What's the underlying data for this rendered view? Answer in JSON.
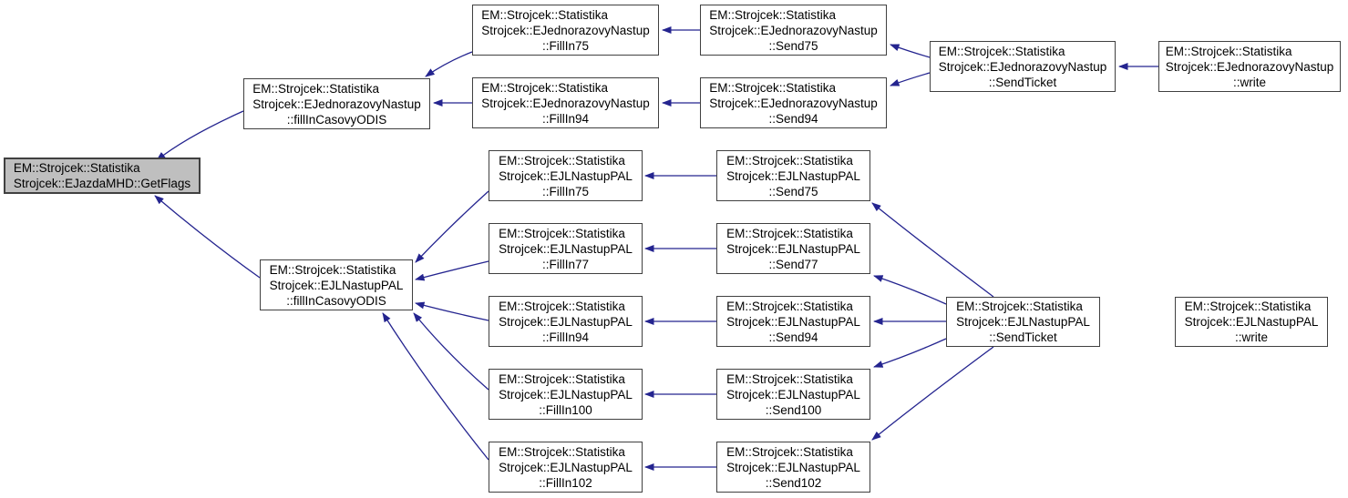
{
  "diagram": {
    "kind": "doxygen-caller-graph",
    "colors": {
      "edge": "#24248f",
      "node_border": "#404040",
      "node_fill": "#ffffff",
      "highlight_fill": "#bfbfbf",
      "text": "#000000",
      "background": "#ffffff"
    },
    "nodes": [
      {
        "id": "getflags",
        "lines": [
          "EM::Strojcek::Statistika",
          "Strojcek::EJazdaMHD::GetFlags"
        ],
        "highlighted": true
      },
      {
        "id": "ejn_fill_odis",
        "lines": [
          "EM::Strojcek::Statistika",
          "Strojcek::EJednorazovyNastup",
          "::fillInCasovyODIS"
        ],
        "highlighted": false
      },
      {
        "id": "ejn_fillin75",
        "lines": [
          "EM::Strojcek::Statistika",
          "Strojcek::EJednorazovyNastup",
          "::FillIn75"
        ],
        "highlighted": false
      },
      {
        "id": "ejn_fillin94",
        "lines": [
          "EM::Strojcek::Statistika",
          "Strojcek::EJednorazovyNastup",
          "::FillIn94"
        ],
        "highlighted": false
      },
      {
        "id": "ejn_send75",
        "lines": [
          "EM::Strojcek::Statistika",
          "Strojcek::EJednorazovyNastup",
          "::Send75"
        ],
        "highlighted": false
      },
      {
        "id": "ejn_send94",
        "lines": [
          "EM::Strojcek::Statistika",
          "Strojcek::EJednorazovyNastup",
          "::Send94"
        ],
        "highlighted": false
      },
      {
        "id": "ejn_sendticket",
        "lines": [
          "EM::Strojcek::Statistika",
          "Strojcek::EJednorazovyNastup",
          "::SendTicket"
        ],
        "highlighted": false
      },
      {
        "id": "ejn_write",
        "lines": [
          "EM::Strojcek::Statistika",
          "Strojcek::EJednorazovyNastup",
          "::write"
        ],
        "highlighted": false
      },
      {
        "id": "ejl_fill_odis",
        "lines": [
          "EM::Strojcek::Statistika",
          "Strojcek::EJLNastupPAL",
          "::fillInCasovyODIS"
        ],
        "highlighted": false
      },
      {
        "id": "ejl_fillin75",
        "lines": [
          "EM::Strojcek::Statistika",
          "Strojcek::EJLNastupPAL",
          "::FillIn75"
        ],
        "highlighted": false
      },
      {
        "id": "ejl_fillin77",
        "lines": [
          "EM::Strojcek::Statistika",
          "Strojcek::EJLNastupPAL",
          "::FillIn77"
        ],
        "highlighted": false
      },
      {
        "id": "ejl_fillin94",
        "lines": [
          "EM::Strojcek::Statistika",
          "Strojcek::EJLNastupPAL",
          "::FillIn94"
        ],
        "highlighted": false
      },
      {
        "id": "ejl_fillin100",
        "lines": [
          "EM::Strojcek::Statistika",
          "Strojcek::EJLNastupPAL",
          "::FillIn100"
        ],
        "highlighted": false
      },
      {
        "id": "ejl_fillin102",
        "lines": [
          "EM::Strojcek::Statistika",
          "Strojcek::EJLNastupPAL",
          "::FillIn102"
        ],
        "highlighted": false
      },
      {
        "id": "ejl_send75",
        "lines": [
          "EM::Strojcek::Statistika",
          "Strojcek::EJLNastupPAL",
          "::Send75"
        ],
        "highlighted": false
      },
      {
        "id": "ejl_send77",
        "lines": [
          "EM::Strojcek::Statistika",
          "Strojcek::EJLNastupPAL",
          "::Send77"
        ],
        "highlighted": false
      },
      {
        "id": "ejl_send94",
        "lines": [
          "EM::Strojcek::Statistika",
          "Strojcek::EJLNastupPAL",
          "::Send94"
        ],
        "highlighted": false
      },
      {
        "id": "ejl_send100",
        "lines": [
          "EM::Strojcek::Statistika",
          "Strojcek::EJLNastupPAL",
          "::Send100"
        ],
        "highlighted": false
      },
      {
        "id": "ejl_send102",
        "lines": [
          "EM::Strojcek::Statistika",
          "Strojcek::EJLNastupPAL",
          "::Send102"
        ],
        "highlighted": false
      },
      {
        "id": "ejl_sendticket",
        "lines": [
          "EM::Strojcek::Statistika",
          "Strojcek::EJLNastupPAL",
          "::SendTicket"
        ],
        "highlighted": false
      },
      {
        "id": "ejl_write",
        "lines": [
          "EM::Strojcek::Statistika",
          "Strojcek::EJLNastupPAL",
          "::write"
        ],
        "highlighted": false
      }
    ],
    "edges": [
      {
        "from": "ejn_fill_odis",
        "to": "getflags"
      },
      {
        "from": "ejl_fill_odis",
        "to": "getflags"
      },
      {
        "from": "ejn_fillin75",
        "to": "ejn_fill_odis"
      },
      {
        "from": "ejn_fillin94",
        "to": "ejn_fill_odis"
      },
      {
        "from": "ejn_send75",
        "to": "ejn_fillin75"
      },
      {
        "from": "ejn_send94",
        "to": "ejn_fillin94"
      },
      {
        "from": "ejn_sendticket",
        "to": "ejn_send75"
      },
      {
        "from": "ejn_sendticket",
        "to": "ejn_send94"
      },
      {
        "from": "ejn_write",
        "to": "ejn_sendticket"
      },
      {
        "from": "ejl_fillin75",
        "to": "ejl_fill_odis"
      },
      {
        "from": "ejl_fillin77",
        "to": "ejl_fill_odis"
      },
      {
        "from": "ejl_fillin94",
        "to": "ejl_fill_odis"
      },
      {
        "from": "ejl_fillin100",
        "to": "ejl_fill_odis"
      },
      {
        "from": "ejl_fillin102",
        "to": "ejl_fill_odis"
      },
      {
        "from": "ejl_send75",
        "to": "ejl_fillin75"
      },
      {
        "from": "ejl_send77",
        "to": "ejl_fillin77"
      },
      {
        "from": "ejl_send94",
        "to": "ejl_fillin94"
      },
      {
        "from": "ejl_send100",
        "to": "ejl_fillin100"
      },
      {
        "from": "ejl_send102",
        "to": "ejl_fillin102"
      },
      {
        "from": "ejl_sendticket",
        "to": "ejl_send75"
      },
      {
        "from": "ejl_sendticket",
        "to": "ejl_send77"
      },
      {
        "from": "ejl_sendticket",
        "to": "ejl_send94"
      },
      {
        "from": "ejl_sendticket",
        "to": "ejl_send100"
      },
      {
        "from": "ejl_sendticket",
        "to": "ejl_send102"
      },
      {
        "from": "ejl_write",
        "to": "ejl_sendticket"
      }
    ]
  }
}
